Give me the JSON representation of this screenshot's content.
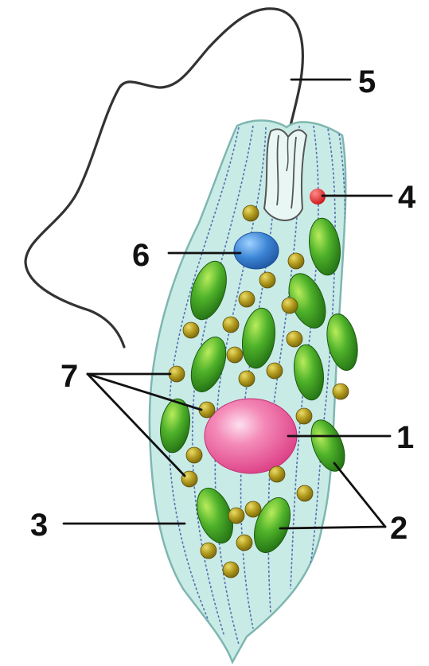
{
  "diagram": {
    "labels": {
      "nucleus": "1",
      "chloroplasts": "2",
      "pellicle": "3",
      "eyespot": "4",
      "flagellum": "5",
      "contractile_vacuole": "6",
      "paramylon_granules": "7"
    },
    "colors": {
      "body_fill": "#c9ebe6",
      "body_stroke": "#7fb6b0",
      "stripe": "#3f5aa8",
      "chloroplast": "#2f9a1a",
      "granule": "#b8a21e",
      "nucleus": "#ee5f9e",
      "eyespot": "#e31919",
      "vacuole": "#3a79c9",
      "flagellum": "#333333",
      "leader": "#111111"
    }
  }
}
